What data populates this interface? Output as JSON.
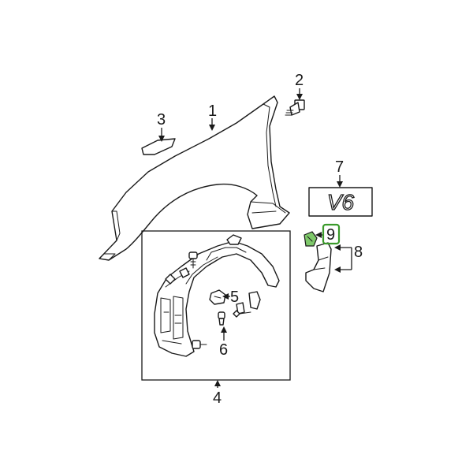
{
  "callouts": {
    "c1": "1",
    "c2": "2",
    "c3": "3",
    "c4": "4",
    "c5": "5",
    "c6": "6",
    "c7": "7",
    "c8": "8",
    "c9": "9"
  },
  "emblem": "V6",
  "colors": {
    "highlight": "#3a9a2a",
    "line": "#1a1a1a"
  }
}
